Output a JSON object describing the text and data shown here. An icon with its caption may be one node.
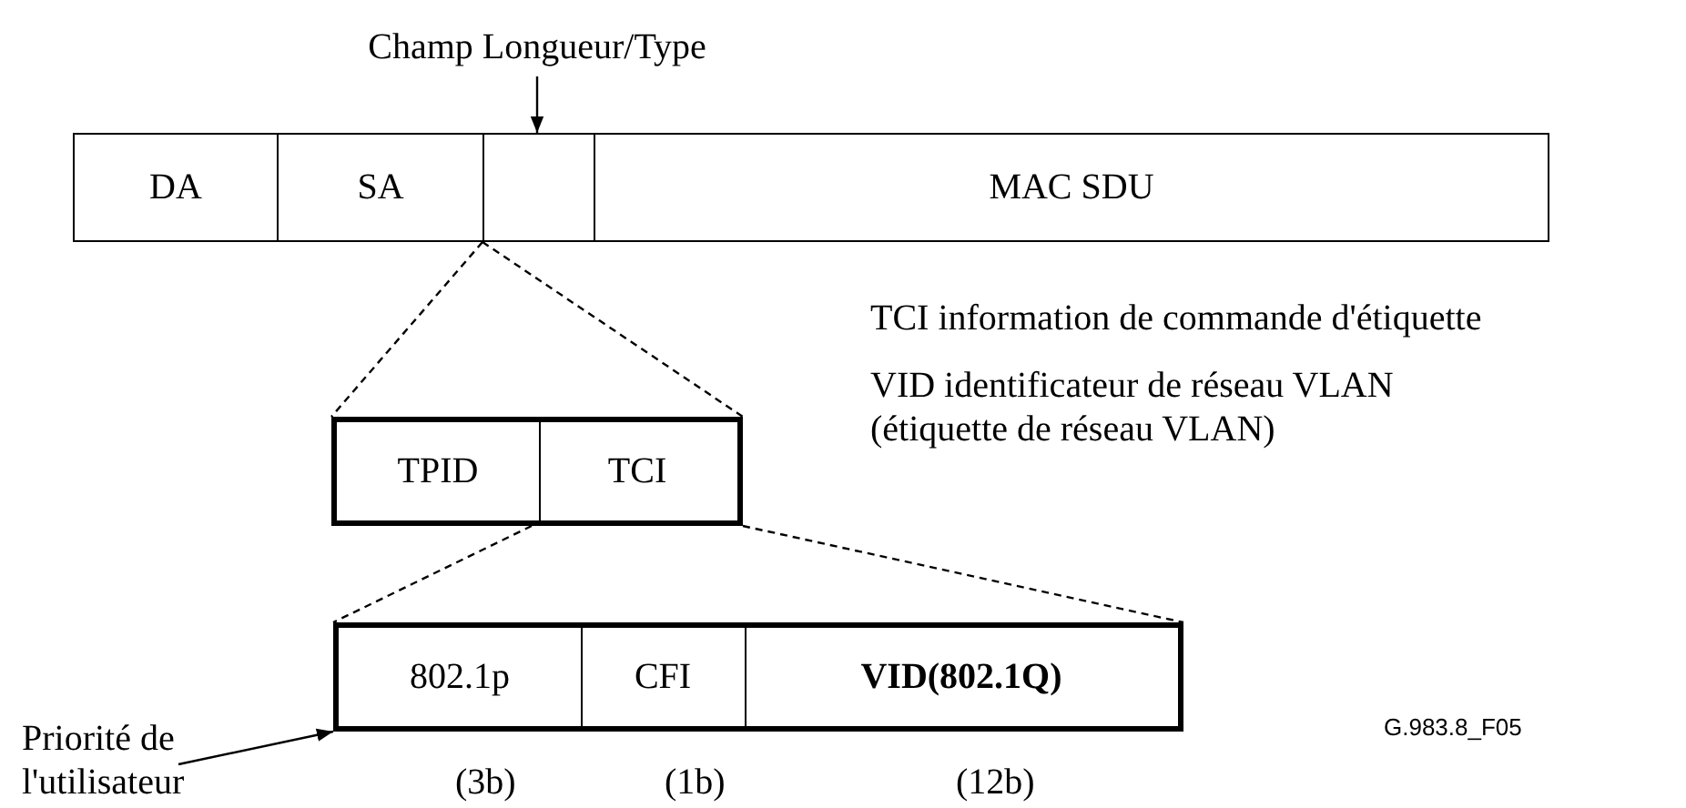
{
  "diagram": {
    "nodes": [
      {
        "text": [
          "DA"
        ]
      },
      {
        "text": [
          "SA"
        ]
      },
      {
        "text": [],
        "shape": "box"
      },
      {
        "text": [
          "MAC SDU"
        ]
      },
      {
        "text": [
          "Champ Longueur/Type"
        ]
      },
      {
        "text": [
          "TPID"
        ]
      },
      {
        "text": [
          "TCI"
        ]
      },
      {
        "text": [
          "802.1p"
        ],
        "beside": [
          "(3b)"
        ]
      },
      {
        "text": [
          "CFI"
        ],
        "beside": [
          "(1b)"
        ]
      },
      {
        "text": [
          "VID(802.1Q)"
        ],
        "beside": [
          "(12b)"
        ]
      },
      {
        "text": [
          "Priorité de l'utilisateur"
        ]
      }
    ],
    "edges": [
      {
        "from": 4,
        "to": 2,
        "arrow": "to"
      },
      {
        "from": 2,
        "to": 5,
        "arrow": "none",
        "style": "dashed"
      },
      {
        "from": 2,
        "to": 6,
        "arrow": "none",
        "style": "dashed"
      },
      {
        "from": 6,
        "to": 7,
        "arrow": "none",
        "style": "dashed"
      },
      {
        "from": 6,
        "to": 9,
        "arrow": "none",
        "style": "dashed"
      },
      {
        "from": 10,
        "to": 7,
        "arrow": "to"
      }
    ],
    "labels": [
      "TCI information de commande d'étiquette",
      "VID identificateur de réseau VLAN (étiquette de réseau VLAN)",
      "G.983.8_F05"
    ]
  }
}
